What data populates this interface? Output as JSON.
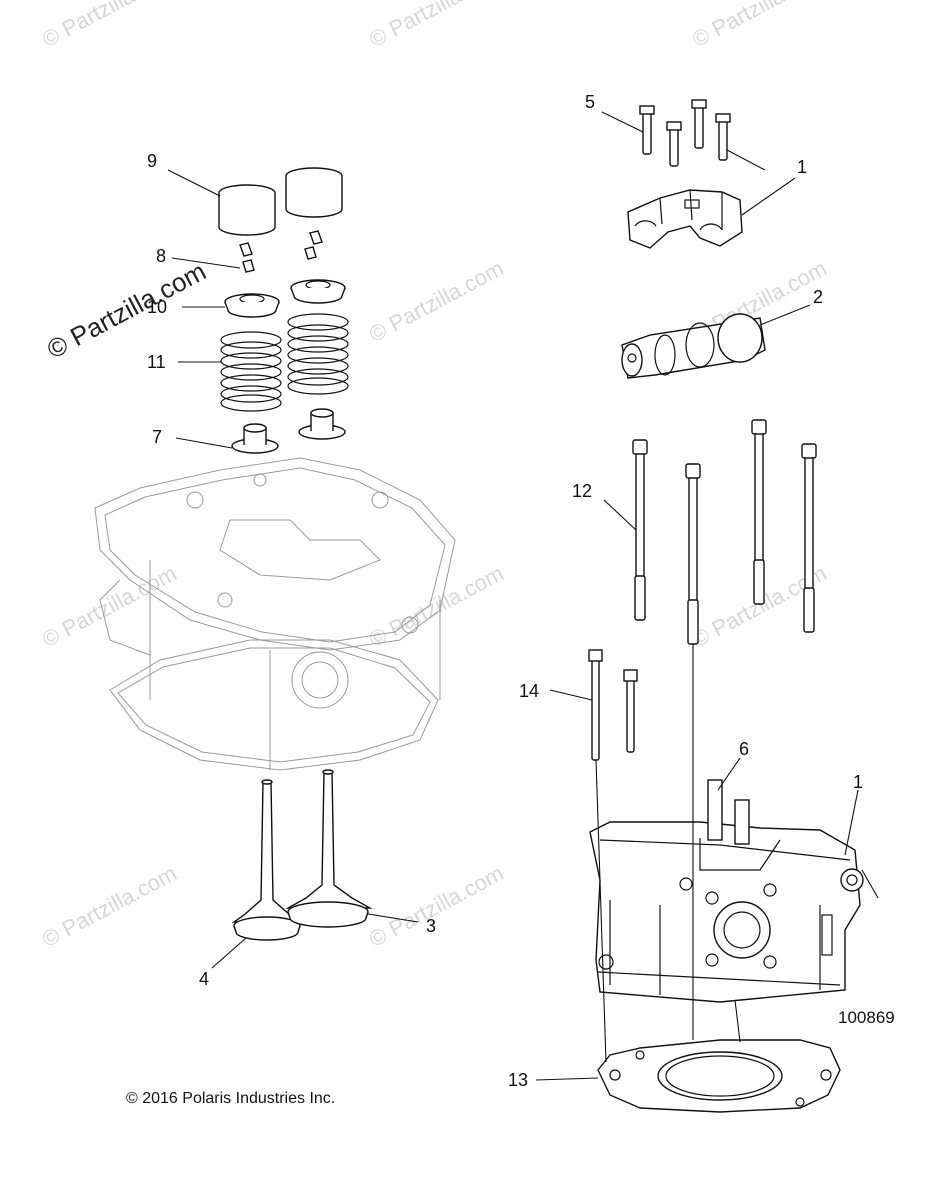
{
  "diagram": {
    "id": "100869",
    "copyright": "© 2016 Polaris Industries Inc.",
    "watermark": "© Partzilla.com",
    "callouts": {
      "c1a": "1",
      "c1b": "1",
      "c2": "2",
      "c3": "3",
      "c4": "4",
      "c5": "5",
      "c6": "6",
      "c7": "7",
      "c8": "8",
      "c9": "9",
      "c10": "10",
      "c11": "11",
      "c12": "12",
      "c13": "13",
      "c14": "14"
    }
  }
}
